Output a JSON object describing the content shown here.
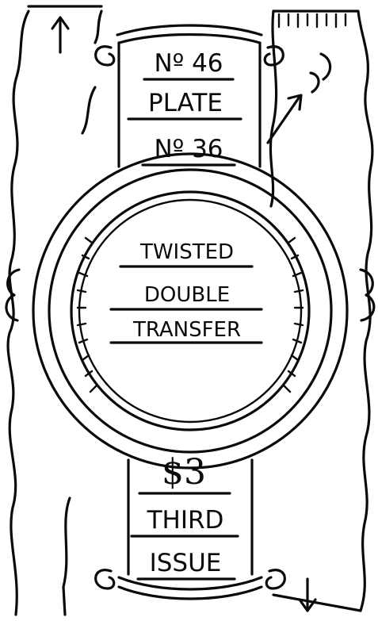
{
  "top_panel": {
    "line1": "Nº 46",
    "line2": "PLATE",
    "line3": "Nº 36"
  },
  "center_panel": {
    "line1": "TWISTED",
    "line2": "DOUBLE",
    "line3": "TRANSFER"
  },
  "bottom_panel": {
    "value": "$3",
    "line1": "THIRD",
    "line2": "ISSUE"
  }
}
